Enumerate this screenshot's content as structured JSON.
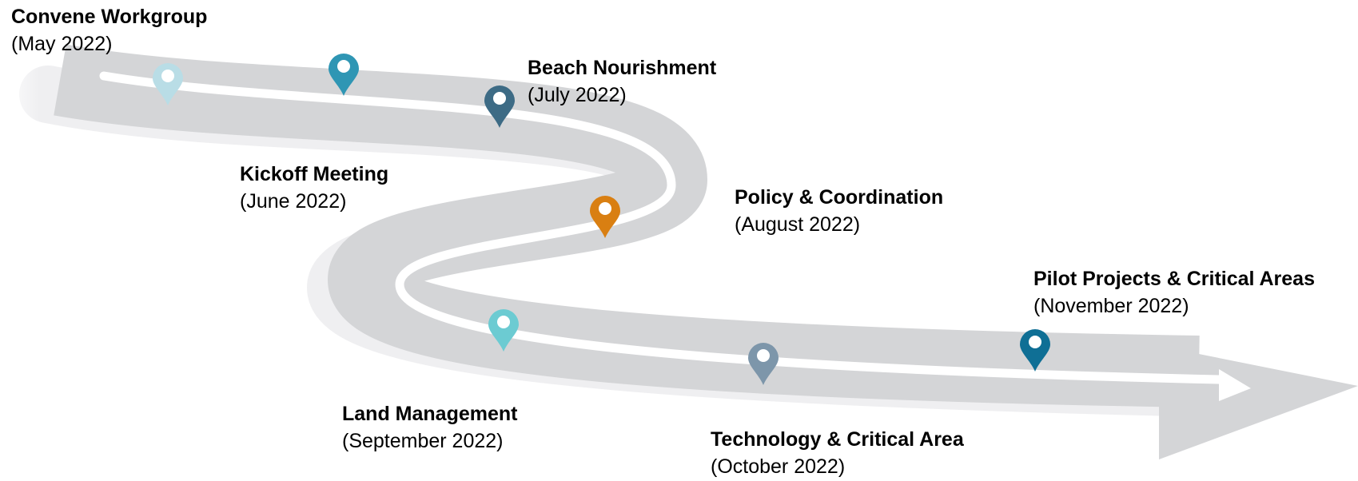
{
  "milestones": [
    {
      "title": "Convene Workgroup",
      "date": "(May 2022)",
      "pin_color": "#b9dde6",
      "pin_icon": "map-pin-icon"
    },
    {
      "title": "Kickoff Meeting",
      "date": "(June 2022)",
      "pin_color": "#2f96b4",
      "pin_icon": "map-pin-icon"
    },
    {
      "title": "Beach Nourishment",
      "date": "(July 2022)",
      "pin_color": "#3d6b85",
      "pin_icon": "map-pin-icon"
    },
    {
      "title": "Policy & Coordination",
      "date": "(August 2022)",
      "pin_color": "#d97f12",
      "pin_icon": "map-pin-icon"
    },
    {
      "title": "Land Management",
      "date": "(September 2022)",
      "pin_color": "#6ccbd2",
      "pin_icon": "map-pin-icon"
    },
    {
      "title": "Technology & Critical Area",
      "date": "(October 2022)",
      "pin_color": "#7d96aa",
      "pin_icon": "map-pin-icon"
    },
    {
      "title": "Pilot Projects & Critical Areas",
      "date": "(November 2022)",
      "pin_color": "#0f6f95",
      "pin_icon": "map-pin-icon"
    }
  ],
  "road": {
    "road_color": "#d4d5d7",
    "shadow_color": "#ececee",
    "centerline_color": "#ffffff"
  }
}
